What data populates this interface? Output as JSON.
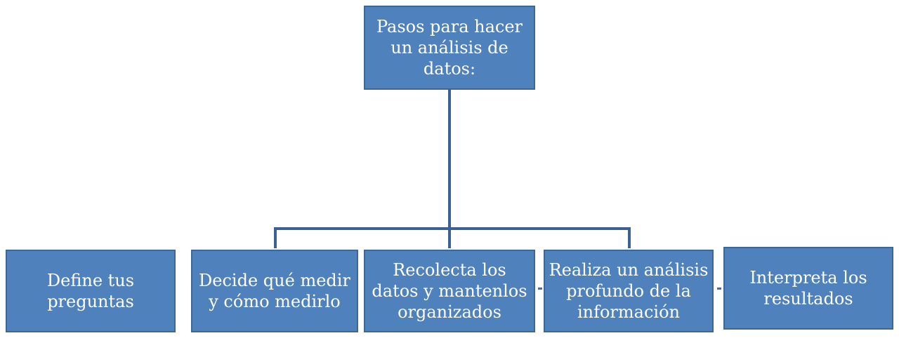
{
  "colors": {
    "box_fill": "#4f81bd",
    "box_border": "#3c6897",
    "connector": "#3a6190",
    "text": "#ffffff"
  },
  "root": {
    "label": "Pasos para hacer\nun análisis de\ndatos:"
  },
  "steps": [
    {
      "label": "Define tus\npreguntas"
    },
    {
      "label": "Decide qué medir\ny cómo medirlo"
    },
    {
      "label": "Recolecta los\ndatos y mantenlos\norganizados"
    },
    {
      "label": "Realiza un análisis\nprofundo de la\ninformación"
    },
    {
      "label": "Interpreta los\nresultados"
    }
  ]
}
